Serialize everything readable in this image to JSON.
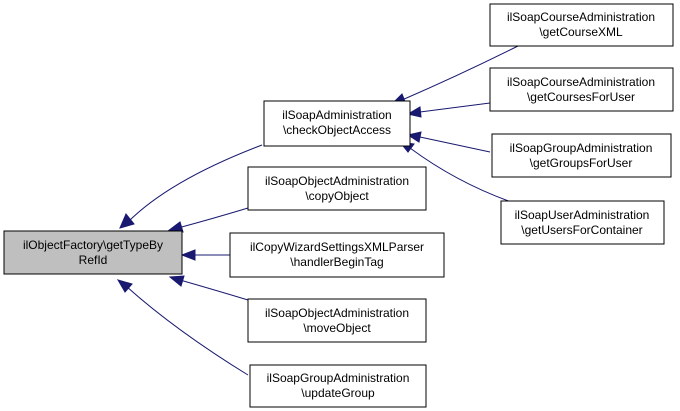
{
  "diagram": {
    "nodes": [
      {
        "id": "getTypeByRefId",
        "lines": [
          "ilObjectFactory\\getTypeBy",
          "RefId"
        ],
        "focus": true
      },
      {
        "id": "checkObjectAccess",
        "lines": [
          "ilSoapAdministration",
          "\\checkObjectAccess"
        ]
      },
      {
        "id": "copyObject",
        "lines": [
          "ilSoapObjectAdministration",
          "\\copyObject"
        ]
      },
      {
        "id": "handlerBeginTag",
        "lines": [
          "ilCopyWizardSettingsXMLParser",
          "\\handlerBeginTag"
        ]
      },
      {
        "id": "moveObject",
        "lines": [
          "ilSoapObjectAdministration",
          "\\moveObject"
        ]
      },
      {
        "id": "updateGroup",
        "lines": [
          "ilSoapGroupAdministration",
          "\\updateGroup"
        ]
      },
      {
        "id": "getCourseXML",
        "lines": [
          "ilSoapCourseAdministration",
          "\\getCourseXML"
        ]
      },
      {
        "id": "getCoursesForUser",
        "lines": [
          "ilSoapCourseAdministration",
          "\\getCoursesForUser"
        ]
      },
      {
        "id": "getGroupsForUser",
        "lines": [
          "ilSoapGroupAdministration",
          "\\getGroupsForUser"
        ]
      },
      {
        "id": "getUsersForContainer",
        "lines": [
          "ilSoapUserAdministration",
          "\\getUsersForContainer"
        ]
      }
    ],
    "edges": [
      {
        "from": "checkObjectAccess",
        "to": "getTypeByRefId"
      },
      {
        "from": "copyObject",
        "to": "getTypeByRefId"
      },
      {
        "from": "handlerBeginTag",
        "to": "getTypeByRefId"
      },
      {
        "from": "moveObject",
        "to": "getTypeByRefId"
      },
      {
        "from": "updateGroup",
        "to": "getTypeByRefId"
      },
      {
        "from": "getCourseXML",
        "to": "checkObjectAccess"
      },
      {
        "from": "getCoursesForUser",
        "to": "checkObjectAccess"
      },
      {
        "from": "getGroupsForUser",
        "to": "checkObjectAccess"
      },
      {
        "from": "getUsersForContainer",
        "to": "checkObjectAccess"
      }
    ],
    "colors": {
      "edge": "#191970",
      "focus_fill": "#bfbfbf",
      "node_fill": "#ffffff"
    }
  }
}
